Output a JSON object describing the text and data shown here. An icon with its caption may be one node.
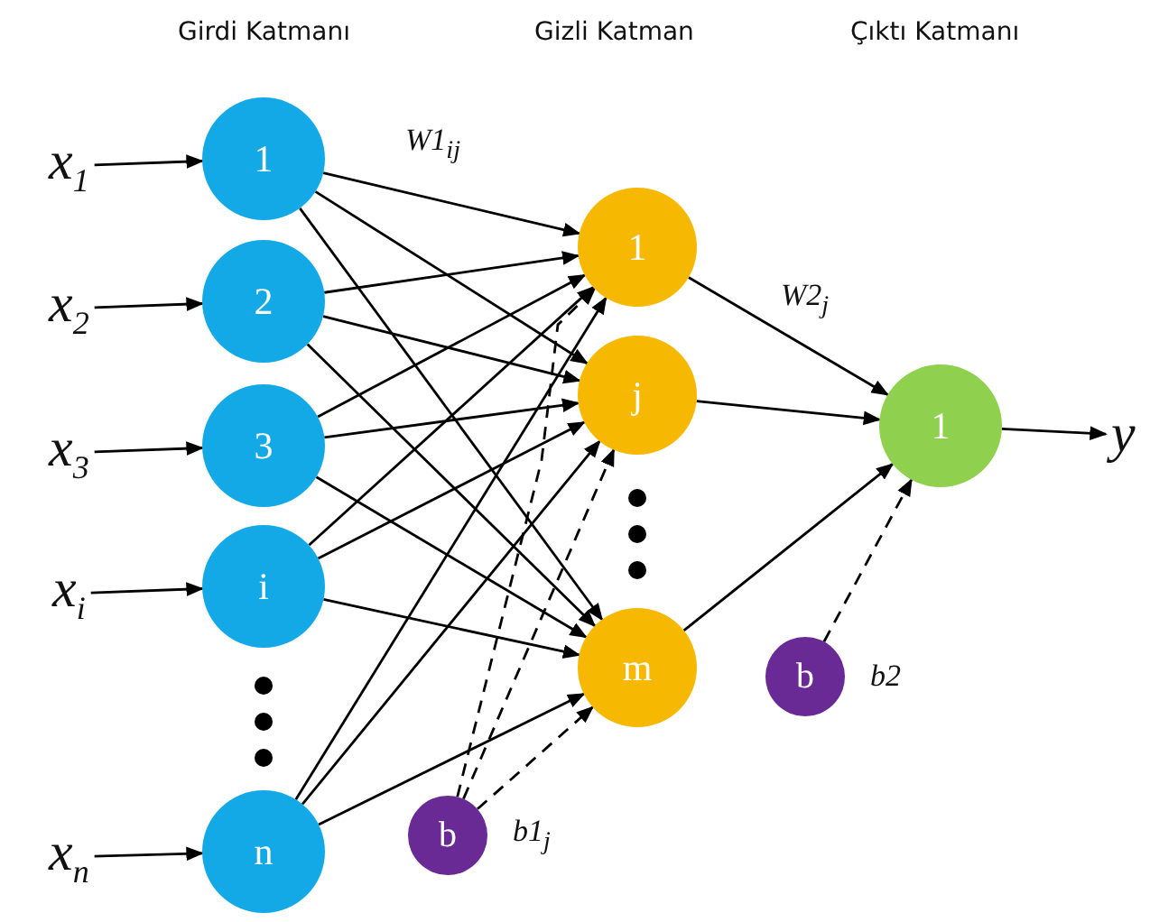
{
  "diagram": {
    "nodes": [
      {
        "text": [
          "x$_{1}$"
        ]
      },
      {
        "text": [
          "x$_{2}$"
        ]
      },
      {
        "text": [
          "x$_{3}$"
        ]
      },
      {
        "text": [
          "x$_{i}$"
        ]
      },
      {
        "text": [
          "x$_{n}$"
        ]
      },
      {
        "text": [
          "1"
        ]
      },
      {
        "text": [
          "2"
        ]
      },
      {
        "text": [
          "3"
        ]
      },
      {
        "text": [
          "i"
        ]
      },
      {
        "text": [
          "n"
        ]
      },
      {
        "text": [
          "1"
        ]
      },
      {
        "text": [
          "j"
        ]
      },
      {
        "text": [
          "m"
        ]
      },
      {
        "text": [
          "1"
        ]
      },
      {
        "text": [
          "b"
        ],
        "beside": [
          "b1$_{j}$"
        ]
      },
      {
        "text": [
          "b"
        ],
        "beside": [
          "b2"
        ]
      },
      {
        "text": [
          "y"
        ]
      }
    ],
    "edges": [
      {
        "from": 0,
        "to": 5,
        "arrow": "to"
      },
      {
        "from": 1,
        "to": 6,
        "arrow": "to"
      },
      {
        "from": 2,
        "to": 7,
        "arrow": "to"
      },
      {
        "from": 3,
        "to": 8,
        "arrow": "to"
      },
      {
        "from": 4,
        "to": 9,
        "arrow": "to"
      },
      {
        "from": 5,
        "to": 10,
        "arrow": "to"
      },
      {
        "from": 5,
        "to": 11,
        "arrow": "to"
      },
      {
        "from": 5,
        "to": 12,
        "arrow": "to"
      },
      {
        "from": 6,
        "to": 10,
        "arrow": "to"
      },
      {
        "from": 6,
        "to": 11,
        "arrow": "to"
      },
      {
        "from": 6,
        "to": 12,
        "arrow": "to"
      },
      {
        "from": 7,
        "to": 10,
        "arrow": "to"
      },
      {
        "from": 7,
        "to": 11,
        "arrow": "to"
      },
      {
        "from": 7,
        "to": 12,
        "arrow": "to"
      },
      {
        "from": 8,
        "to": 10,
        "arrow": "to"
      },
      {
        "from": 8,
        "to": 11,
        "arrow": "to"
      },
      {
        "from": 8,
        "to": 12,
        "arrow": "to"
      },
      {
        "from": 9,
        "to": 10,
        "arrow": "to"
      },
      {
        "from": 9,
        "to": 11,
        "arrow": "to"
      },
      {
        "from": 9,
        "to": 12,
        "arrow": "to"
      },
      {
        "from": 14,
        "to": 10,
        "arrow": "to",
        "style": "dashed"
      },
      {
        "from": 14,
        "to": 11,
        "arrow": "to",
        "style": "dashed"
      },
      {
        "from": 14,
        "to": 12,
        "arrow": "to",
        "style": "dashed"
      },
      {
        "from": 10,
        "to": 13,
        "arrow": "to"
      },
      {
        "from": 11,
        "to": 13,
        "arrow": "to"
      },
      {
        "from": 12,
        "to": 13,
        "arrow": "to"
      },
      {
        "from": 15,
        "to": 13,
        "arrow": "to",
        "style": "dashed"
      },
      {
        "from": 13,
        "to": 16,
        "arrow": "to"
      }
    ],
    "labels": [
      "Girdi Katmanı",
      "Gizli Katman",
      "Çıktı Katmanı",
      "W1$_{ij}$",
      "W2$_{j}$"
    ]
  }
}
